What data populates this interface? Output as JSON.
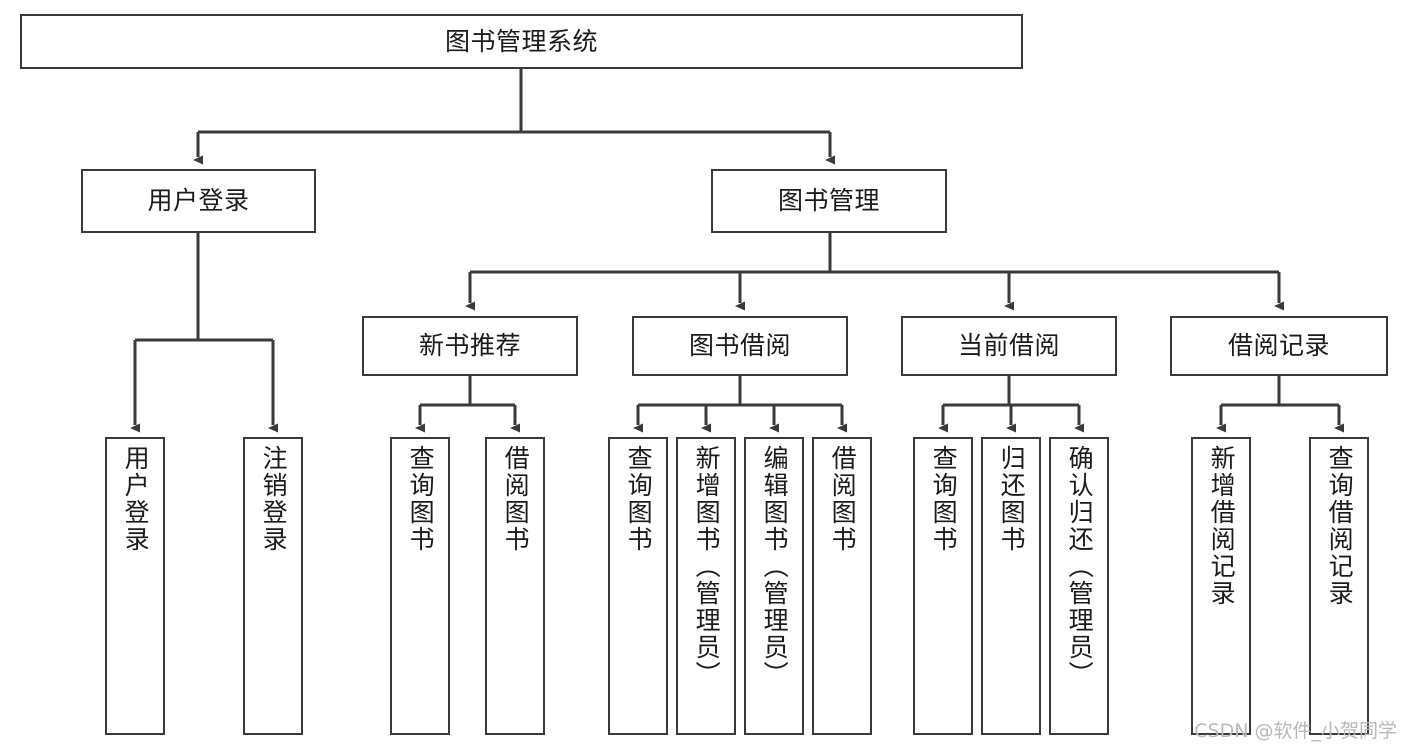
{
  "diagram": {
    "title": "图书管理系统",
    "type": "tree-hierarchy",
    "watermark": "CSDN @软件_小贺同学",
    "colors": {
      "border": "#3a3a3a",
      "background": "#ffffff",
      "text": "#1b1b1b",
      "watermark": "#b9b9b9"
    },
    "nodes": {
      "root": {
        "label": "图书管理系统"
      },
      "level2": [
        {
          "id": "user-login",
          "label": "用户登录"
        },
        {
          "id": "book-management",
          "label": "图书管理"
        }
      ],
      "level3": [
        {
          "id": "new-book-recommend",
          "label": "新书推荐"
        },
        {
          "id": "book-borrow",
          "label": "图书借阅"
        },
        {
          "id": "current-borrow",
          "label": "当前借阅"
        },
        {
          "id": "borrow-record",
          "label": "借阅记录"
        }
      ],
      "leaves": {
        "user_login": [
          {
            "id": "leaf-user-login",
            "label": "用户登录"
          },
          {
            "id": "leaf-logout-login",
            "label": "注销登录"
          }
        ],
        "new_book_recommend": [
          {
            "id": "leaf-query-book-1",
            "label": "查询图书"
          },
          {
            "id": "leaf-borrow-book-1",
            "label": "借阅图书"
          }
        ],
        "book_borrow": [
          {
            "id": "leaf-query-book-2",
            "label": "查询图书"
          },
          {
            "id": "leaf-add-book",
            "label": "新增图书（管理员）"
          },
          {
            "id": "leaf-edit-book",
            "label": "编辑图书（管理员）"
          },
          {
            "id": "leaf-borrow-book-2",
            "label": "借阅图书"
          }
        ],
        "current_borrow": [
          {
            "id": "leaf-query-book-3",
            "label": "查询图书"
          },
          {
            "id": "leaf-return-book",
            "label": "归还图书"
          },
          {
            "id": "leaf-confirm-return",
            "label": "确认归还（管理员）"
          }
        ],
        "borrow_record": [
          {
            "id": "leaf-add-record",
            "label": "新增借阅记录"
          },
          {
            "id": "leaf-query-record",
            "label": "查询借阅记录"
          }
        ]
      }
    }
  }
}
